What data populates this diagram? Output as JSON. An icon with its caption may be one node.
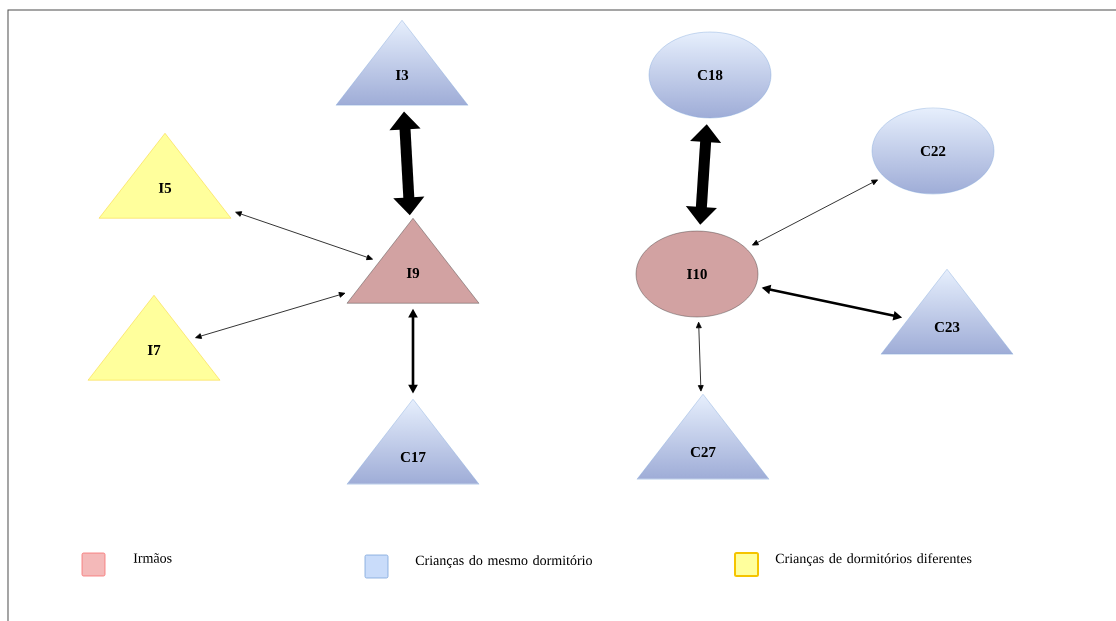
{
  "diagram": {
    "nodes": [
      {
        "text": [
          "I3"
        ]
      },
      {
        "text": [
          "C18"
        ]
      },
      {
        "text": [
          "C22"
        ]
      },
      {
        "text": [
          "I5"
        ]
      },
      {
        "text": [
          "I9"
        ]
      },
      {
        "text": [
          "I10"
        ]
      },
      {
        "text": [
          "I7"
        ]
      },
      {
        "text": [
          "C23"
        ]
      },
      {
        "text": [
          "C17"
        ]
      },
      {
        "text": [
          "C27"
        ]
      }
    ],
    "edges": [
      {
        "from": 0,
        "to": 4,
        "arrow": "both",
        "style": "thick"
      },
      {
        "from": 3,
        "to": 4,
        "arrow": "both"
      },
      {
        "from": 6,
        "to": 4,
        "arrow": "both"
      },
      {
        "from": 4,
        "to": 8,
        "arrow": "both",
        "style": "thick"
      },
      {
        "from": 1,
        "to": 5,
        "arrow": "both",
        "style": "thick"
      },
      {
        "from": 2,
        "to": 5,
        "arrow": "both"
      },
      {
        "from": 5,
        "to": 7,
        "arrow": "both",
        "style": "thick"
      },
      {
        "from": 5,
        "to": 9,
        "arrow": "both"
      }
    ],
    "legend": [
      {
        "text": "Irmãos",
        "color": "#f4b9b9"
      },
      {
        "text": "Crianças do mesmo dormitório",
        "color": "#c9dcfa"
      },
      {
        "text": "Crianças de dormitórios diferentes",
        "color": "#ffff9c"
      }
    ]
  }
}
